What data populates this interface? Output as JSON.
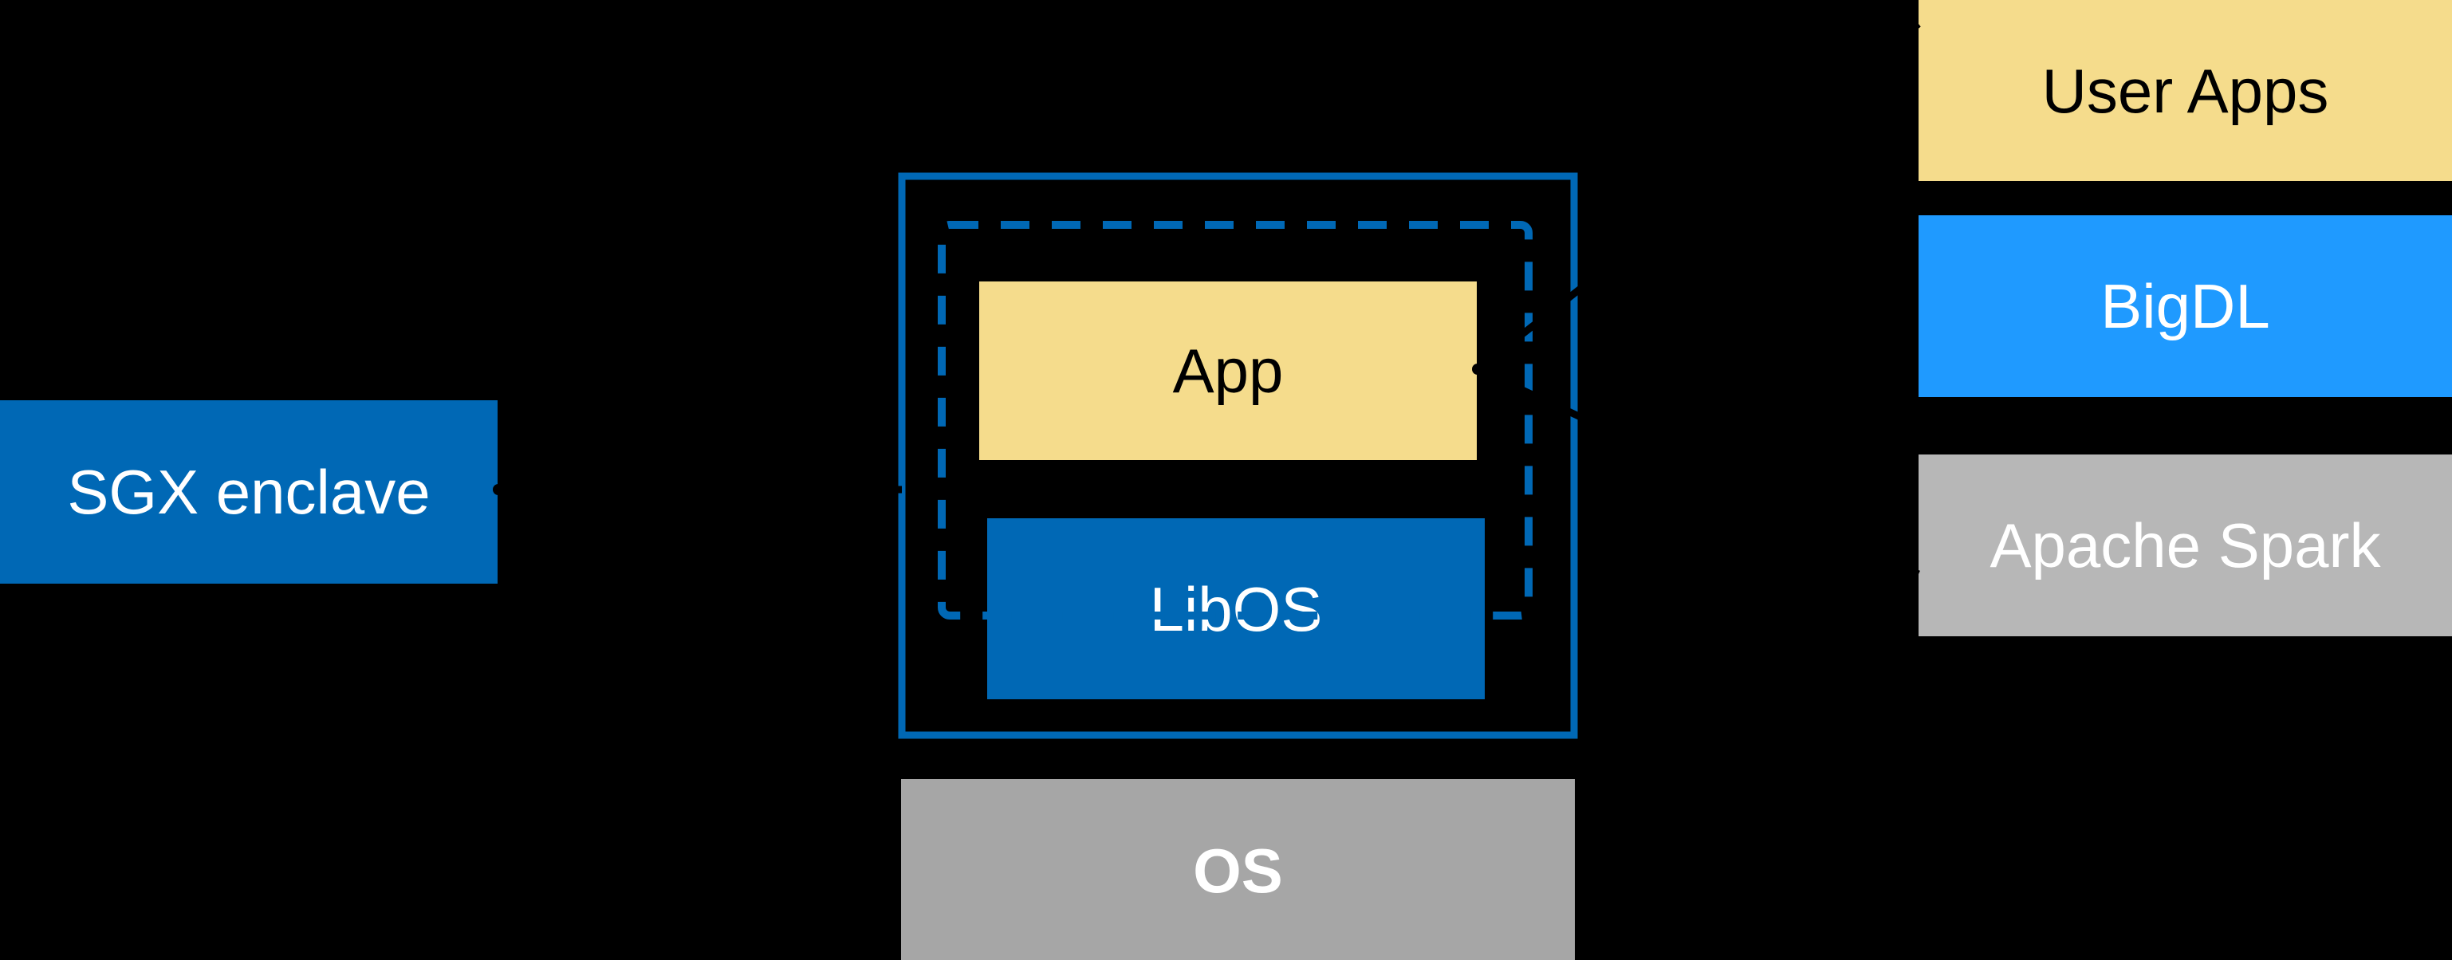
{
  "diagram": {
    "background": "#000000",
    "colors": {
      "background": "#000000",
      "intel_blue": "#0068B5",
      "bright_blue": "#1F9AFF",
      "yellow": "#F5DC8C",
      "gray_os": "#A6A6A6",
      "gray_spark": "#B7B7B7",
      "line_black": "#000000",
      "white": "#FFFFFF",
      "black": "#000000"
    },
    "sgx": {
      "label": "SGX enclave"
    },
    "enclave": {
      "app_label": "App",
      "libos_label": "LibOS"
    },
    "os": {
      "label": "OS"
    },
    "stack": {
      "items": [
        {
          "label": "User Apps"
        },
        {
          "label": "BigDL"
        },
        {
          "label": "Apache Spark"
        }
      ]
    }
  }
}
